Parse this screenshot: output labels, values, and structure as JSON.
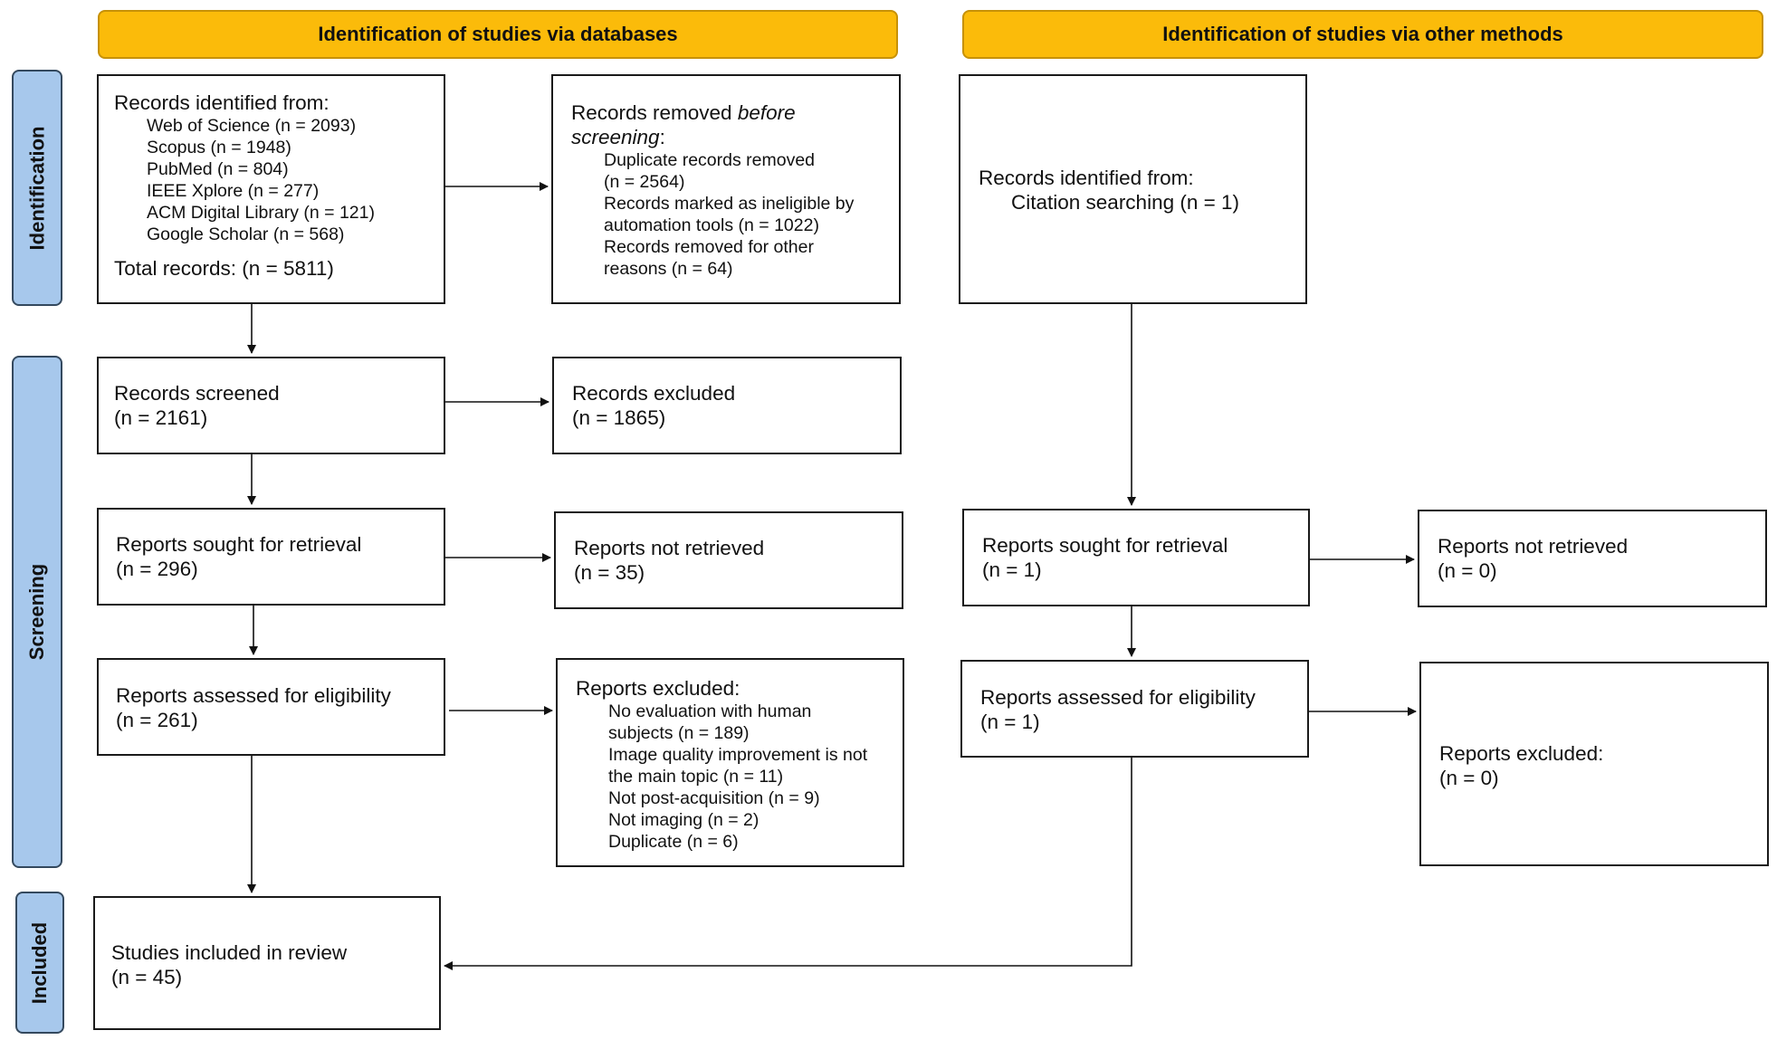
{
  "headers": {
    "databases": "Identification of studies via databases",
    "other_methods": "Identification of studies via other methods"
  },
  "phases": {
    "identification": "Identification",
    "screening": "Screening",
    "included": "Included"
  },
  "db": {
    "identified": {
      "title": "Records identified from:",
      "sources": [
        "Web of Science (n = 2093)",
        "Scopus (n = 1948)",
        "PubMed (n = 804)",
        "IEEE Xplore (n = 277)",
        "ACM Digital Library (n = 121)",
        "Google Scholar (n = 568)"
      ],
      "total": "Total records: (n = 5811)"
    },
    "removed": {
      "title_prefix": "Records removed ",
      "title_emph_1": "before",
      "title_emph_2": "screening",
      "title_suffix": ":",
      "items": [
        "Duplicate records removed",
        "(n = 2564)",
        "Records marked as ineligible by",
        "automation tools (n = 1022)",
        "Records removed for other",
        "reasons (n = 64)"
      ]
    },
    "screened": {
      "label": "Records screened",
      "n": "(n = 2161)"
    },
    "excluded": {
      "label": "Records excluded",
      "n": "(n = 1865)"
    },
    "sought": {
      "label": "Reports sought for retrieval",
      "n": "(n = 296)"
    },
    "not_retrieved": {
      "label": "Reports not retrieved",
      "n": "(n = 35)"
    },
    "assessed": {
      "label": "Reports assessed for eligibility",
      "n": "(n = 261)"
    },
    "reports_excluded": {
      "title": "Reports excluded:",
      "items": [
        "No evaluation with human",
        "subjects (n = 189)",
        "Image quality improvement is not",
        "the main topic (n = 11)",
        "Not post-acquisition (n = 9)",
        "Not imaging (n = 2)",
        "Duplicate (n = 6)"
      ]
    },
    "included": {
      "label": "Studies included in review",
      "n": "(n = 45)"
    }
  },
  "other": {
    "identified": {
      "title": "Records identified from:",
      "source": "Citation searching (n = 1)"
    },
    "sought": {
      "label": "Reports sought for retrieval",
      "n": "(n = 1)"
    },
    "not_retrieved": {
      "label": "Reports not retrieved",
      "n": "(n = 0)"
    },
    "assessed": {
      "label": "Reports assessed for eligibility",
      "n": "(n = 1)"
    },
    "excluded": {
      "label": "Reports excluded:",
      "n": "(n = 0)"
    }
  },
  "colors": {
    "header_fill": "#fbbb0a",
    "phase_fill": "#a7c8ec",
    "box_border": "#1a1a1a"
  }
}
